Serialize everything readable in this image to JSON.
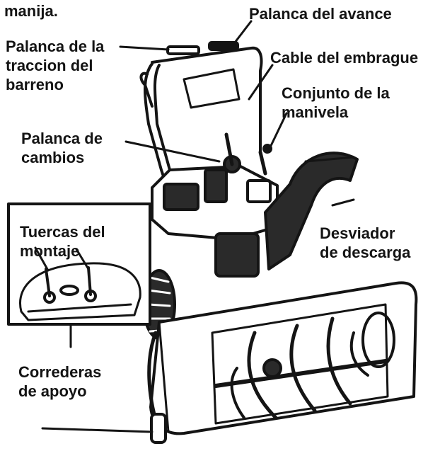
{
  "caption_fragment": "manija.",
  "labels": {
    "feed_lever": "Palanca del avance",
    "auger_drive_lever": [
      "Palanca de la",
      "traccion del",
      "barreno"
    ],
    "clutch_cable": "Cable del embrague",
    "crank_assembly": [
      "Conjunto de la",
      "manivela"
    ],
    "shift_lever": [
      "Palanca de",
      "cambios"
    ],
    "mounting_nuts": [
      "Tuercas del",
      "montaje"
    ],
    "discharge_chute": [
      "Desviador",
      "de descarga"
    ],
    "skid_shoes": [
      "Correderas",
      "de apoyo"
    ]
  },
  "colors": {
    "ink": "#141414",
    "paper": "#ffffff",
    "shade": "#2a2a2a"
  }
}
